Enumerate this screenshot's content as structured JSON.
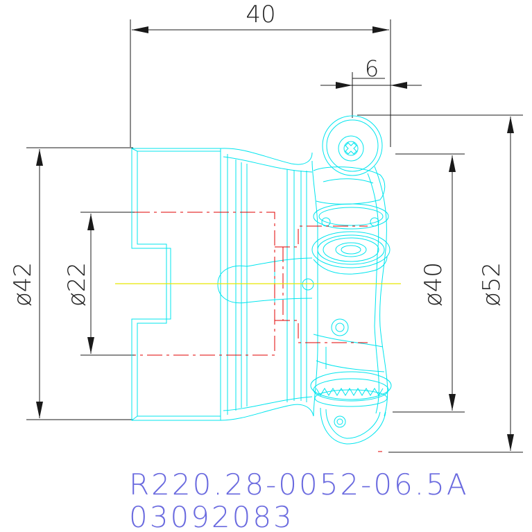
{
  "dimensions": {
    "length": "40",
    "insert_width": "6",
    "diameter_left": "ø42",
    "diameter_bore": "ø22",
    "diameter_inner": "ø40",
    "diameter_outer": "ø52"
  },
  "part_number": "R220.28-0052-06.5A",
  "serial_number": "03092083",
  "colors": {
    "outline": "#00e5ee",
    "dimension": "#1a1a1a",
    "hidden": "#e00000",
    "centerline": "#e8e800",
    "label": "#6a6adf"
  }
}
